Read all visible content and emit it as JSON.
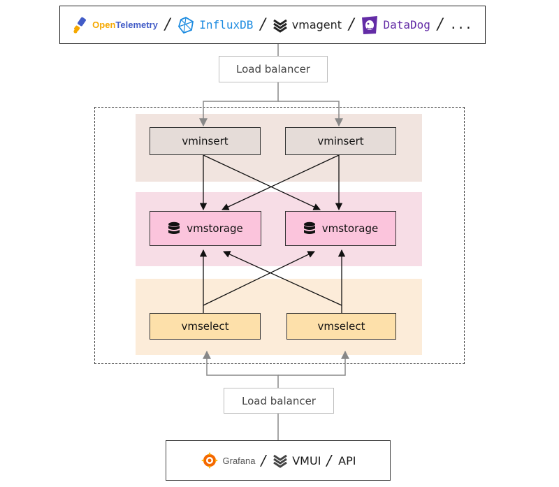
{
  "sources": {
    "items": [
      {
        "open": "Open",
        "tel": "Telemetry",
        "icon": "opentelemetry-icon"
      },
      {
        "label": "InfluxDB",
        "icon": "influxdb-icon"
      },
      {
        "label": "vmagent",
        "icon": "vmagent-icon"
      },
      {
        "label": "DataDog",
        "icon": "datadog-icon"
      }
    ],
    "separator": "/",
    "more": "..."
  },
  "load_balancer_top": "Load balancer",
  "load_balancer_bottom": "Load balancer",
  "insert_nodes": [
    "vminsert",
    "vminsert"
  ],
  "storage_nodes": [
    "vmstorage",
    "vmstorage"
  ],
  "select_nodes": [
    "vmselect",
    "vmselect"
  ],
  "clients": {
    "grafana": "Grafana",
    "vmui": "VMUI",
    "api": "API",
    "separator": "/"
  },
  "colors": {
    "insert_band": "#f1e4df",
    "storage_band": "#f7dde6",
    "select_band": "#fcecd9",
    "insert_node": "#e5dcd8",
    "storage_node": "#fbc4dc",
    "select_node": "#fde0aa"
  }
}
